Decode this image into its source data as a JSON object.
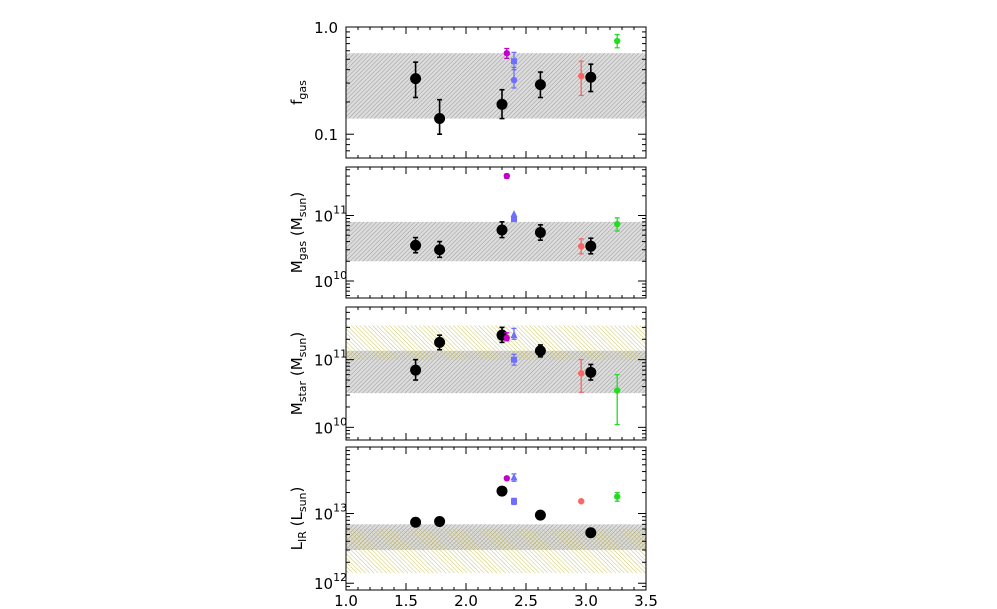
{
  "chart_data": [
    {
      "type": "scatter",
      "panel": "fgas",
      "ylabel": "f",
      "ylabel_sub": "gas",
      "yscale": "log",
      "ylim": [
        0.06,
        1.0
      ],
      "yticks": [
        {
          "v": 0.1,
          "label": "0.1"
        },
        {
          "v": 1.0,
          "label": "1.0"
        }
      ],
      "xlim": [
        1.0,
        3.5
      ],
      "bands": [
        {
          "from": 0.14,
          "to": 0.57,
          "color": "gray"
        }
      ],
      "points": [
        {
          "x": 1.58,
          "y": 0.33,
          "lo": 0.22,
          "hi": 0.47,
          "style": "black-circle"
        },
        {
          "x": 1.78,
          "y": 0.14,
          "lo": 0.1,
          "hi": 0.21,
          "style": "black-circle"
        },
        {
          "x": 2.3,
          "y": 0.19,
          "lo": 0.14,
          "hi": 0.26,
          "style": "black-circle"
        },
        {
          "x": 2.62,
          "y": 0.29,
          "lo": 0.22,
          "hi": 0.38,
          "style": "black-circle"
        },
        {
          "x": 3.04,
          "y": 0.34,
          "lo": 0.25,
          "hi": 0.45,
          "style": "black-circle"
        },
        {
          "x": 2.34,
          "y": 0.57,
          "lo": 0.51,
          "hi": 0.63,
          "style": "magenta-dot"
        },
        {
          "x": 2.4,
          "y": 0.48,
          "lo": 0.4,
          "hi": 0.58,
          "style": "blue-square"
        },
        {
          "x": 2.4,
          "y": 0.32,
          "lo": 0.27,
          "hi": 0.42,
          "style": "blue-dot"
        },
        {
          "x": 2.96,
          "y": 0.35,
          "lo": 0.23,
          "hi": 0.48,
          "style": "red-dot"
        },
        {
          "x": 3.26,
          "y": 0.74,
          "lo": 0.64,
          "hi": 0.85,
          "style": "green-dot"
        }
      ]
    },
    {
      "type": "scatter",
      "panel": "mgas",
      "ylabel": "M",
      "ylabel_sub": "gas",
      "ylabel_unit": "(M",
      "ylabel_unit_sub": "sun",
      "yscale": "log",
      "ylim": [
        5500000000.0,
        550000000000.0
      ],
      "yticks": [
        {
          "v": 10000000000.0,
          "label": "10",
          "exp": "10"
        },
        {
          "v": 100000000000.0,
          "label": "10",
          "exp": "11"
        }
      ],
      "xlim": [
        1.0,
        3.5
      ],
      "bands": [
        {
          "from": 20000000000.0,
          "to": 80000000000.0,
          "color": "gray"
        }
      ],
      "points": [
        {
          "x": 1.58,
          "y": 35000000000.0,
          "lo": 27000000000.0,
          "hi": 46000000000.0,
          "style": "black-circle"
        },
        {
          "x": 1.78,
          "y": 30000000000.0,
          "lo": 23000000000.0,
          "hi": 40000000000.0,
          "style": "black-circle"
        },
        {
          "x": 2.3,
          "y": 60000000000.0,
          "lo": 46000000000.0,
          "hi": 80000000000.0,
          "style": "black-circle"
        },
        {
          "x": 2.62,
          "y": 55000000000.0,
          "lo": 42000000000.0,
          "hi": 72000000000.0,
          "style": "black-circle"
        },
        {
          "x": 3.04,
          "y": 34000000000.0,
          "lo": 26000000000.0,
          "hi": 45000000000.0,
          "style": "black-circle"
        },
        {
          "x": 2.34,
          "y": 400000000000.0,
          "lo": 370000000000.0,
          "hi": 430000000000.0,
          "style": "magenta-dot"
        },
        {
          "x": 2.4,
          "y": 105000000000.0,
          "lo": 105000000000.0,
          "hi": 105000000000.0,
          "style": "blue-triangle"
        },
        {
          "x": 2.4,
          "y": 88000000000.0,
          "lo": 82000000000.0,
          "hi": 94000000000.0,
          "style": "blue-square"
        },
        {
          "x": 2.96,
          "y": 34000000000.0,
          "lo": 26000000000.0,
          "hi": 44000000000.0,
          "style": "red-dot"
        },
        {
          "x": 3.26,
          "y": 74000000000.0,
          "lo": 58000000000.0,
          "hi": 92000000000.0,
          "style": "green-dot"
        }
      ]
    },
    {
      "type": "scatter",
      "panel": "mstar",
      "ylabel": "M",
      "ylabel_sub": "star",
      "ylabel_unit": "(M",
      "ylabel_unit_sub": "sun",
      "yscale": "log",
      "ylim": [
        6500000000.0,
        600000000000.0
      ],
      "yticks": [
        {
          "v": 10000000000.0,
          "label": "10",
          "exp": "10"
        },
        {
          "v": 100000000000.0,
          "label": "10",
          "exp": "11"
        }
      ],
      "xlim": [
        1.0,
        3.5
      ],
      "bands": [
        {
          "from": 32000000000.0,
          "to": 135000000000.0,
          "color": "gray"
        },
        {
          "from": 100000000000.0,
          "to": 320000000000.0,
          "color": "yellow"
        }
      ],
      "points": [
        {
          "x": 1.58,
          "y": 70000000000.0,
          "lo": 50000000000.0,
          "hi": 100000000000.0,
          "style": "black-circle"
        },
        {
          "x": 1.78,
          "y": 180000000000.0,
          "lo": 140000000000.0,
          "hi": 230000000000.0,
          "style": "black-circle"
        },
        {
          "x": 2.3,
          "y": 230000000000.0,
          "lo": 180000000000.0,
          "hi": 300000000000.0,
          "style": "black-circle"
        },
        {
          "x": 2.62,
          "y": 135000000000.0,
          "lo": 110000000000.0,
          "hi": 165000000000.0,
          "style": "black-circle"
        },
        {
          "x": 3.04,
          "y": 65000000000.0,
          "lo": 50000000000.0,
          "hi": 85000000000.0,
          "style": "black-circle"
        },
        {
          "x": 2.34,
          "y": 210000000000.0,
          "lo": 190000000000.0,
          "hi": 250000000000.0,
          "style": "magenta-dot"
        },
        {
          "x": 2.4,
          "y": 230000000000.0,
          "lo": 200000000000.0,
          "hi": 290000000000.0,
          "style": "blue-triangle"
        },
        {
          "x": 2.4,
          "y": 100000000000.0,
          "lo": 83000000000.0,
          "hi": 120000000000.0,
          "style": "blue-square"
        },
        {
          "x": 2.96,
          "y": 63000000000.0,
          "lo": 33000000000.0,
          "hi": 100000000000.0,
          "style": "red-dot"
        },
        {
          "x": 3.26,
          "y": 35000000000.0,
          "lo": 11000000000.0,
          "hi": 60000000000.0,
          "style": "green-dot"
        }
      ]
    },
    {
      "type": "scatter",
      "panel": "lir",
      "ylabel": "L",
      "ylabel_sub": "IR",
      "ylabel_unit": "(L",
      "ylabel_unit_sub": "sun",
      "yscale": "log",
      "ylim": [
        800000000000.0,
        90000000000000.0
      ],
      "yticks": [
        {
          "v": 1000000000000.0,
          "label": "10",
          "exp": "12"
        },
        {
          "v": 10000000000000.0,
          "label": "10",
          "exp": "13"
        }
      ],
      "xlim": [
        1.0,
        3.5
      ],
      "xticks": [
        1.0,
        1.5,
        2.0,
        2.5,
        3.0,
        3.5
      ],
      "xtick_labels": [
        "1.0",
        "1.5",
        "2.0",
        "2.5",
        "3.0",
        "3.5"
      ],
      "bands": [
        {
          "from": 3000000000000.0,
          "to": 7000000000000.0,
          "color": "gray"
        },
        {
          "from": 1400000000000.0,
          "to": 6000000000000.0,
          "color": "yellow"
        }
      ],
      "points": [
        {
          "x": 1.58,
          "y": 7500000000000.0,
          "lo": 7500000000000.0,
          "hi": 7500000000000.0,
          "style": "black-circle"
        },
        {
          "x": 1.78,
          "y": 7700000000000.0,
          "lo": 7700000000000.0,
          "hi": 7700000000000.0,
          "style": "black-circle"
        },
        {
          "x": 2.3,
          "y": 21000000000000.0,
          "lo": 18500000000000.0,
          "hi": 23500000000000.0,
          "style": "black-circle"
        },
        {
          "x": 2.62,
          "y": 9500000000000.0,
          "lo": 9500000000000.0,
          "hi": 9500000000000.0,
          "style": "black-circle"
        },
        {
          "x": 3.04,
          "y": 5300000000000.0,
          "lo": 5300000000000.0,
          "hi": 5300000000000.0,
          "style": "black-circle"
        },
        {
          "x": 2.34,
          "y": 32000000000000.0,
          "lo": 32000000000000.0,
          "hi": 32000000000000.0,
          "style": "magenta-dot"
        },
        {
          "x": 2.4,
          "y": 33000000000000.0,
          "lo": 29000000000000.0,
          "hi": 37000000000000.0,
          "style": "blue-triangle"
        },
        {
          "x": 2.4,
          "y": 15000000000000.0,
          "lo": 13500000000000.0,
          "hi": 16500000000000.0,
          "style": "blue-square"
        },
        {
          "x": 2.96,
          "y": 15000000000000.0,
          "lo": 15000000000000.0,
          "hi": 15000000000000.0,
          "style": "red-dot"
        },
        {
          "x": 3.26,
          "y": 17500000000000.0,
          "lo": 15000000000000.0,
          "hi": 20000000000000.0,
          "style": "green-dot"
        }
      ]
    }
  ],
  "colors": {
    "black": "#000000",
    "magenta": "#c000c8",
    "blue": "#6f6fff",
    "red": "#ff6464",
    "green": "#22dd22",
    "gray_band": "#d2d2d2",
    "yellow_band": "#d8d27c"
  }
}
